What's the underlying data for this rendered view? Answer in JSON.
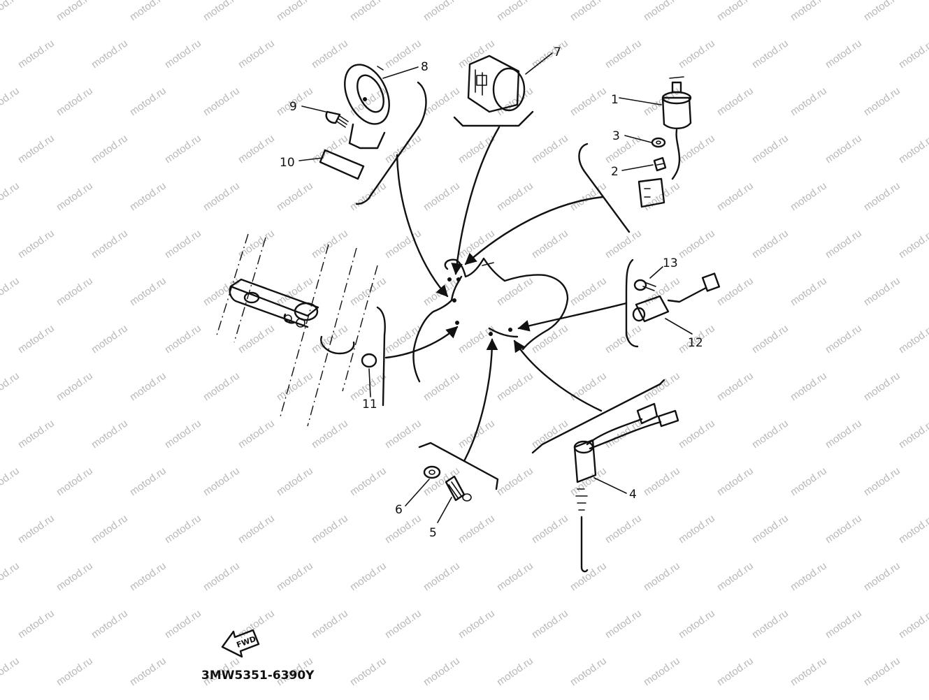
{
  "diagram": {
    "part_numbers": [
      "1",
      "2",
      "3",
      "4",
      "5",
      "6",
      "7",
      "8",
      "9",
      "10",
      "11",
      "12",
      "13"
    ],
    "code": "3MW5351-6390Y",
    "fwd_label": "FWD",
    "watermark": "motod.ru"
  }
}
